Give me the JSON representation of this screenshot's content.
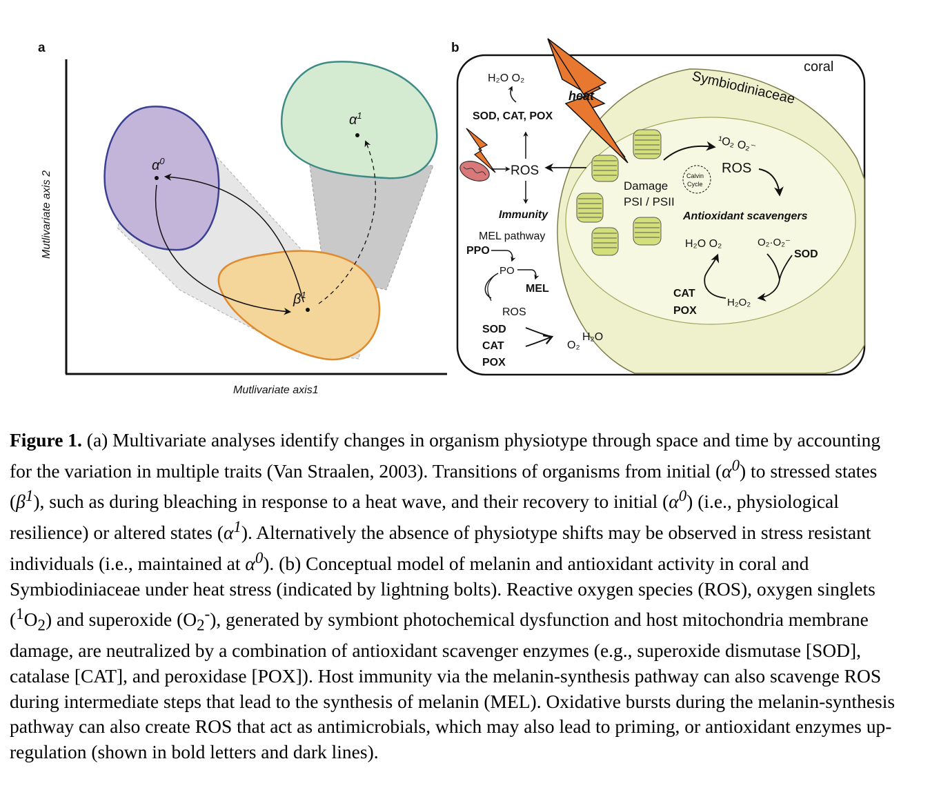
{
  "panel_a": {
    "label": "a",
    "xlabel": "Mutlivariate axis1",
    "ylabel": "Mutlivariate axis 2",
    "state_alpha0": "α",
    "state_alpha0_sup": "0",
    "state_alpha1": "α",
    "state_alpha1_sup": "1",
    "state_beta1": "β",
    "state_beta1_sup": "1",
    "colors": {
      "alpha0_fill": "#c3b5d9",
      "alpha0_stroke": "#3a3f92",
      "alpha1_fill": "#d4ebd2",
      "alpha1_stroke": "#3e8a86",
      "beta1_fill": "#f4d59a",
      "beta1_stroke": "#e08a2e",
      "shade": "#c8c8c8"
    }
  },
  "panel_b": {
    "label": "b",
    "coral": "coral",
    "symbiont": "Symbiodiniaceae",
    "heat": "heat",
    "h2o_o2_top": "H₂O  O₂",
    "sod_cat_pox": "SOD, CAT, POX",
    "ros_host": "ROS",
    "immunity": "Immunity",
    "mel_pathway": "MEL pathway",
    "ppo": "PPO",
    "po": "PO",
    "mel": "MEL",
    "ros_mel": "ROS",
    "sod": "SOD",
    "cat": "CAT",
    "pox": "POX",
    "h2o_bottom": "H₂O",
    "o2_bottom": "O₂",
    "damage": "Damage",
    "psi": "PSI / PSII",
    "singlet": "¹O₂  O₂⁻",
    "ros_sym": "ROS",
    "calvin1": "Calvin",
    "calvin2": "Cycle",
    "antioxidant": "Antioxidant scavengers",
    "h2o_o2_sym": "H₂O  O₂",
    "o2_o2": "O₂·O₂⁻",
    "sod_sym": "SOD",
    "cat_sym": "CAT",
    "pox_sym": "POX",
    "h2o2": "H₂O₂",
    "colors": {
      "heat_bolt": "#e87830",
      "symbiont_fill": "#eef1cc",
      "chloroplast_fill": "#f7f8e2",
      "thylakoid": "#d3df7a",
      "mitochondrion": "#d97878"
    }
  },
  "caption": {
    "label": "Figure 1.",
    "text_1": " (a) Multivariate analyses identify changes in organism physiotype through space and time by accounting for the variation in multiple traits (Van Straalen, 2003).  Transitions of organisms from initial (",
    "alpha": "α",
    "sup0": "0",
    "text_2": ") to stressed states (",
    "beta": "β",
    "sup1": "1",
    "text_3": "), such as during bleaching in response to a heat wave, and their recovery to initial (",
    "text_4": ") (i.e., physiological resilience) or altered states (",
    "text_5": ").  Alternatively the absence of physiotype shifts may be observed in stress resistant individuals (i.e., maintained at ",
    "text_6": ").  (b) Conceptual model of melanin and antioxidant activity in coral and Symbiodiniaceae under heat stress (indicated by lightning bolts). Reactive oxygen species (ROS), oxygen singlets (",
    "sup_one": "1",
    "o2": "O",
    "sub2": "2",
    "text_7": ") and superoxide (O",
    "sup_minus": "-",
    "text_8": "), generated by symbiont photochemical dysfunction and host mitochondria membrane damage, are neutralized by a combination of antioxidant scavenger enzymes (e.g., superoxide dismutase [SOD], catalase [CAT], and peroxidase [POX]).  Host immunity via the melanin-synthesis pathway can also scavenge ROS during intermediate steps that lead to the synthesis of melanin (MEL).  Oxidative bursts during the melanin-synthesis pathway can also create ROS that act as antimicrobials, which may also lead to priming, or antioxidant enzymes up-regulation (shown in bold letters and dark lines)."
  }
}
